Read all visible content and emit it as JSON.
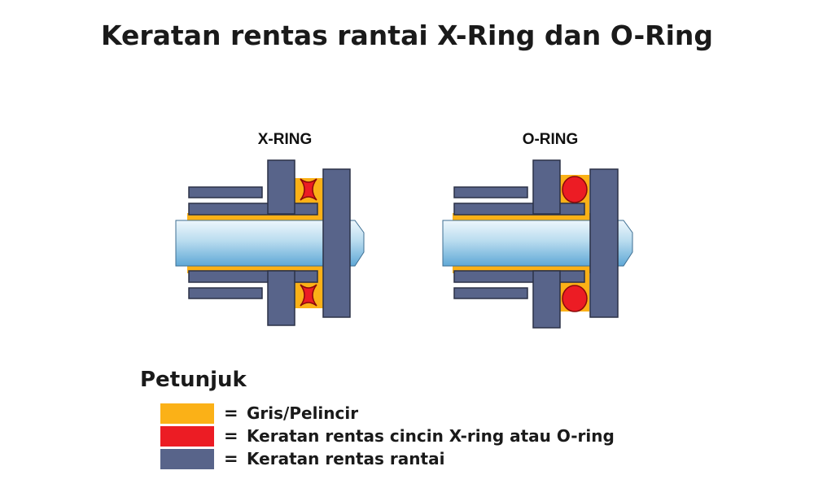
{
  "title": "Keratan rentas rantai X-Ring dan O-Ring",
  "diagrams": [
    {
      "label": "X-RING",
      "seal": "x-ring"
    },
    {
      "label": "O-RING",
      "seal": "o-ring"
    }
  ],
  "legend": {
    "heading": "Petunjuk",
    "equals": "=",
    "items": [
      {
        "color": "#fbb117",
        "text": "Gris/Pelincir"
      },
      {
        "color": "#ec1c24",
        "text": "Keratan rentas cincin X-ring atau O-ring"
      },
      {
        "color": "#58648a",
        "text": "Keratan rentas rantai"
      }
    ]
  },
  "colors": {
    "chain": "#58648a",
    "chain_outline": "#2b3147",
    "grease": "#fbb117",
    "seal": "#ec1c24",
    "seal_outline": "#8a0a0a"
  }
}
